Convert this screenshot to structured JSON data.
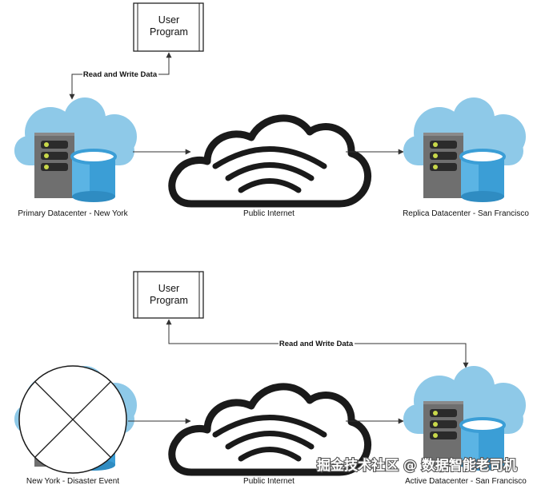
{
  "top": {
    "user_box": {
      "line1": "User",
      "line2": "Program"
    },
    "edge_label": "Read and Write Data",
    "left_node": "Primary Datacenter - New York",
    "center_node": "Public Internet",
    "right_node": "Replica Datacenter - San Francisco"
  },
  "bottom": {
    "user_box": {
      "line1": "User",
      "line2": "Program"
    },
    "edge_label": "Read and Write Data",
    "left_node": "New York - Disaster Event",
    "center_node": "Public Internet",
    "right_node": "Active Datacenter - San Francisco"
  },
  "watermark": "掘金技术社区 @ 数据智能老司机",
  "colors": {
    "cloud_blue": "#8ec9e8",
    "cylinder_blue": "#3b9ed6",
    "server_gray": "#6f6f6f",
    "led_yellow": "#c8d84a",
    "outline": "#1a1a1a"
  }
}
